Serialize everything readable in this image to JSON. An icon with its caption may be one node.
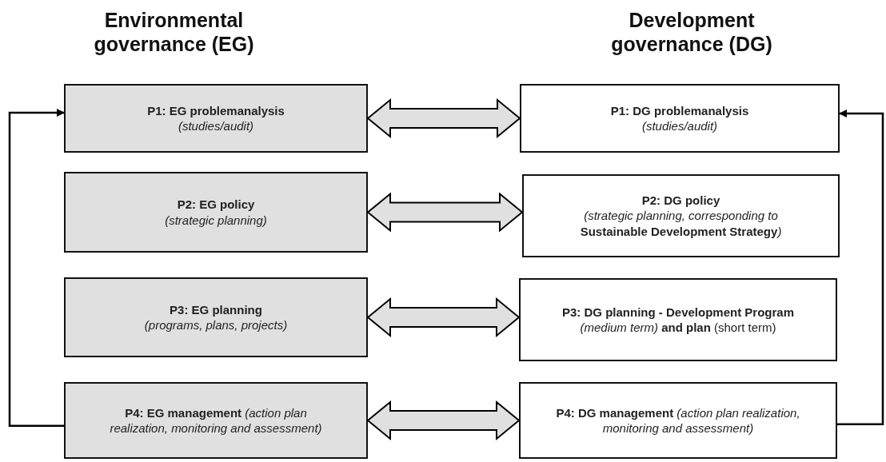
{
  "diagram": {
    "nodes": [
      {
        "text": [
          "P1: EG problemanalysis",
          "(studies/audit)"
        ]
      },
      {
        "text": [
          "P2: EG policy",
          "(strategic planning)"
        ]
      },
      {
        "text": [
          "P3: EG planning",
          "(programs, plans, projects)"
        ]
      },
      {
        "text": [
          "**P4: EG management** *(action plan realization, monitoring and assessment)*"
        ]
      },
      {
        "text": [
          "P1: DG problemanalysis",
          "(studies/audit)"
        ]
      },
      {
        "text": [
          "P2: DG policy",
          "(strategic planning, corresponding to **Sustainable Development Strategy**)"
        ]
      },
      {
        "text": [
          "**P3: DG planning - Development Program** *(medium term)* **and plan** (short term)"
        ]
      },
      {
        "text": [
          "**P4: DG management** *(action plan realization, monitoring and assessment)*"
        ]
      }
    ],
    "edges": [
      {
        "from": 0,
        "to": 4,
        "arrow": "both"
      },
      {
        "from": 1,
        "to": 5,
        "arrow": "both"
      },
      {
        "from": 2,
        "to": 6,
        "arrow": "both"
      },
      {
        "from": 3,
        "to": 7,
        "arrow": "both"
      },
      {
        "from": 3,
        "to": 0,
        "arrow": "to"
      },
      {
        "from": 7,
        "to": 4,
        "arrow": "to"
      }
    ],
    "labels": [
      "Environmental governance (EG)",
      "Development governance (DG)"
    ]
  }
}
